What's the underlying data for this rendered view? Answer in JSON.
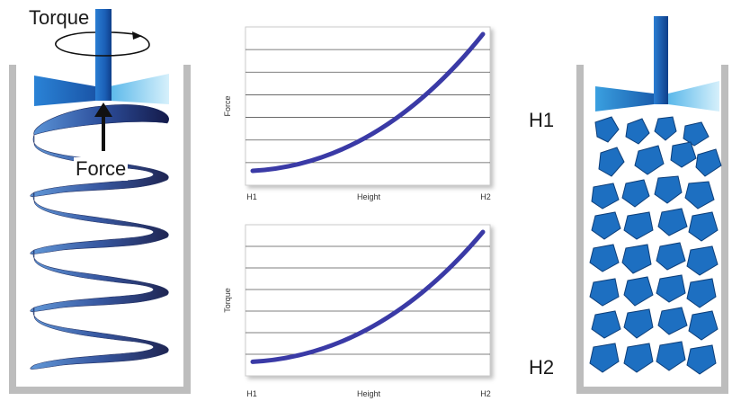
{
  "left_panel": {
    "torque_label": "Torque",
    "force_label": "Force"
  },
  "charts": [
    {
      "ylabel": "Force",
      "xlabel": "Height",
      "x_start": "H1",
      "x_end": "H2"
    },
    {
      "ylabel": "Torque",
      "xlabel": "Height",
      "x_start": "H1",
      "x_end": "H2"
    }
  ],
  "right_panel": {
    "top_label": "H1",
    "bottom_label": "H2"
  },
  "colors": {
    "blade_dark": "#1f6fc4",
    "blade_light": "#bfe6f7",
    "spiral_dark": "#141a4a",
    "spiral_light": "#5a93d6",
    "curve": "#3a3aa6",
    "particle": "#1d6fc1",
    "container": "#bdbdbd"
  },
  "chart_data": [
    {
      "type": "line",
      "x": [
        "H1",
        "Height",
        "H2"
      ],
      "series": [
        {
          "values": [
            0.05,
            0.28,
            1.0
          ]
        }
      ],
      "xlabel": "Height",
      "ylabel": "Force"
    },
    {
      "type": "line",
      "x": [
        "H1",
        "Height",
        "H2"
      ],
      "series": [
        {
          "values": [
            0.05,
            0.28,
            1.0
          ]
        }
      ],
      "xlabel": "Height",
      "ylabel": "Torque"
    }
  ]
}
